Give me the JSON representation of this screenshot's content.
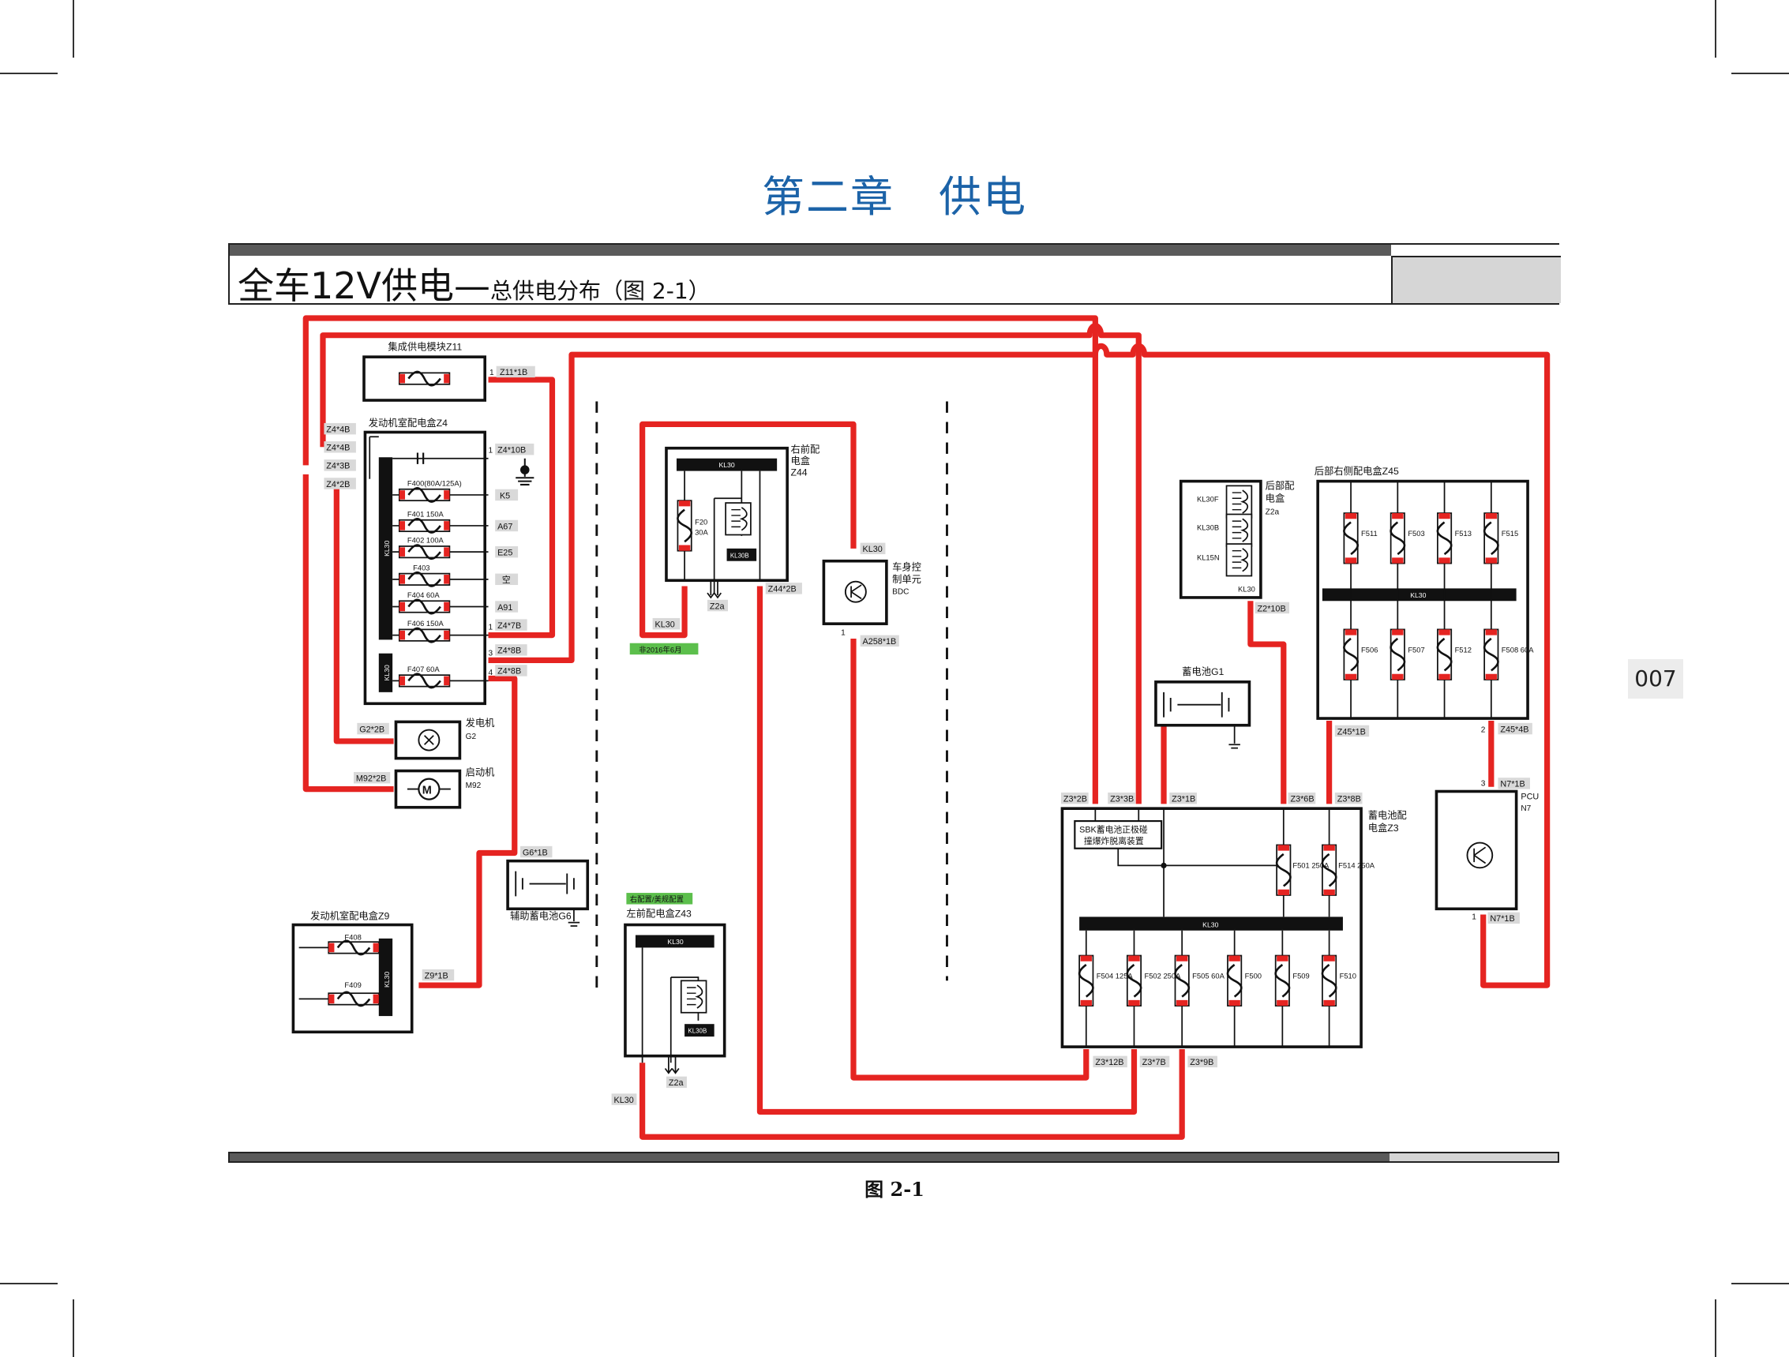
{
  "chapter_title": "第二章　供电",
  "main_title": "全车12V供电",
  "main_title_dash": "—",
  "main_subtitle": "总供电分布（图 2-1）",
  "figure_caption": "图 2-1",
  "page_number": "007",
  "colors": {
    "wire": "#e52421",
    "title_blue": "#1c63a8",
    "box_black": "#111111",
    "tag_grey": "#d9d9d9",
    "green_tag": "#5cbf4c"
  },
  "components": {
    "z11": {
      "label": "集成供电模块Z11",
      "pin": "1",
      "conn": "Z11*1B"
    },
    "z4": {
      "label": "发动机室配电盒Z4",
      "bus_label": "KL30",
      "bus2_label": "KL30",
      "left_tags": [
        "Z4*4B",
        "Z4*4B",
        "Z4*3B",
        "Z4*2B"
      ],
      "fuses": [
        "F400(80A/125A)",
        "F401 150A",
        "F402 100A",
        "F403",
        "F404 60A",
        "F406 150A",
        "F407 60A"
      ],
      "right_pins": [
        "1",
        "1",
        "3",
        "4"
      ],
      "right_tags": [
        "Z4*10B",
        "K5",
        "A67",
        "E25",
        "空",
        "A91",
        "Z4*7B",
        "Z4*8B",
        "Z4*8B"
      ]
    },
    "g2": {
      "label": "发电机",
      "code": "G2",
      "conn": "G2*2B"
    },
    "m92": {
      "label": "启动机",
      "code": "M92",
      "conn": "M92*2B"
    },
    "g6": {
      "label": "辅助蓄电池G6",
      "conn": "G6*1B"
    },
    "z9": {
      "label": "发动机室配电盒Z9",
      "fuses": [
        "F408",
        "F409"
      ],
      "bus_label": "KL30",
      "conn": "Z9*1B"
    },
    "z44": {
      "label_lines": [
        "右前配",
        "电盒",
        "Z44"
      ],
      "bus_label": "KL30",
      "fuse": [
        "F20",
        "30A"
      ],
      "relay_label": "KL30B",
      "tags": [
        "KL30",
        "Z2a",
        "Z44*2B"
      ],
      "green_note": "非2016年6月"
    },
    "bdc": {
      "label_lines": [
        "车身控",
        "制单元",
        "BDC"
      ],
      "tags": [
        "KL30",
        "A258*1B"
      ],
      "pin": "1"
    },
    "z43": {
      "label": "左前配电盒Z43",
      "bus_label": "KL30",
      "relay_label": "KL30B",
      "tags": [
        "KL30",
        "Z2a"
      ],
      "green_note": "右配置/美规配置"
    },
    "z2a": {
      "label_lines": [
        "后部配",
        "电盒",
        "Z2a"
      ],
      "rows": [
        "KL30F",
        "KL30B",
        "KL15N"
      ],
      "bus_label": "KL30",
      "conn": "Z2*10B"
    },
    "g1": {
      "label": "蓄电池G1"
    },
    "z45": {
      "label": "后部右侧配电盒Z45",
      "bus_label": "KL30",
      "top_fuses": [
        "F511",
        "F503",
        "F513",
        "F515"
      ],
      "bottom_fuses": [
        "F506",
        "F507",
        "F512",
        "F508 60A"
      ],
      "tags": [
        "Z45*1B",
        "2",
        "Z45*4B"
      ]
    },
    "z3": {
      "label_lines": [
        "蓄电池配",
        "电盒Z3"
      ],
      "sbk_lines": [
        "SBK蓄电池正极碰",
        "撞爆炸脱离装置"
      ],
      "bus_label": "KL30",
      "top_tags": [
        "Z3*2B",
        "Z3*3B",
        "Z3*1B",
        "Z3*6B",
        "Z3*8B"
      ],
      "upper_fuses": [
        "F501 250A",
        "F514 250A"
      ],
      "lower_fuses": [
        "F504 125A",
        "F502 250A",
        "F505 60A",
        "F500",
        "F509",
        "F510"
      ],
      "bottom_tags": [
        "Z3*12B",
        "Z3*7B",
        "Z3*9B"
      ]
    },
    "n7": {
      "label_lines": [
        "PCU",
        "N7"
      ],
      "pins": [
        "3",
        "1"
      ],
      "tags": [
        "N7*1B",
        "N7*1B"
      ]
    }
  }
}
